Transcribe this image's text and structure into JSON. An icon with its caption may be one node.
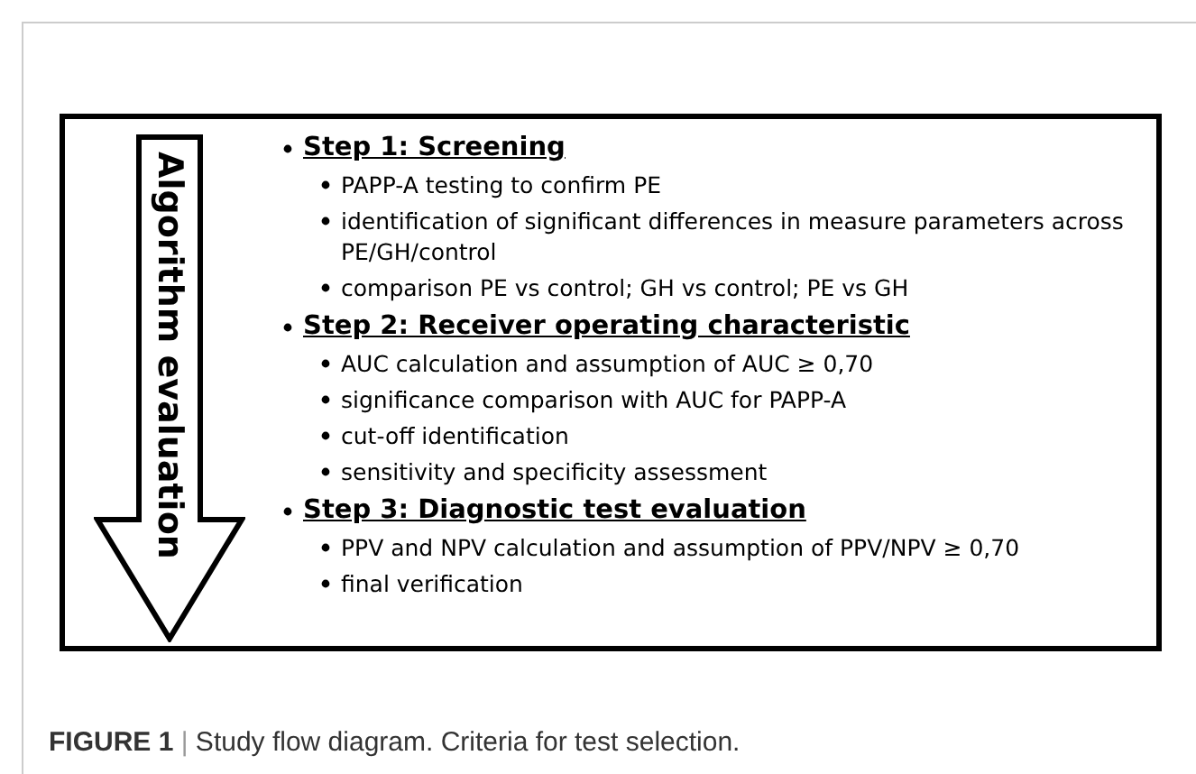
{
  "diagram": {
    "caption": "**FIGURE 1** | Study flow diagram. Criteria for test selection.",
    "nodes": [
      {
        "text": [
          "Step 1: Screening",
          "PAPP-A testing to confirm PE",
          "identification of significant differences in measure parameters across PE/GH/control",
          "comparison PE vs control; GH vs control; PE vs GH",
          "Step 2: Receiver operating characteristic",
          "AUC calculation and assumption of AUC ≥ 0,70",
          "significance comparison with AUC for PAPP-A",
          "cut-off identification",
          "sensitivity and specificity assessment",
          "Step 3: Diagnostic test evaluation",
          "PPV and NPV calculation and assumption of PPV/NPV ≥ 0,70",
          "final verification"
        ]
      },
      {
        "text": [
          "Algorithm evaluation"
        ],
        "in": 0
      }
    ]
  }
}
